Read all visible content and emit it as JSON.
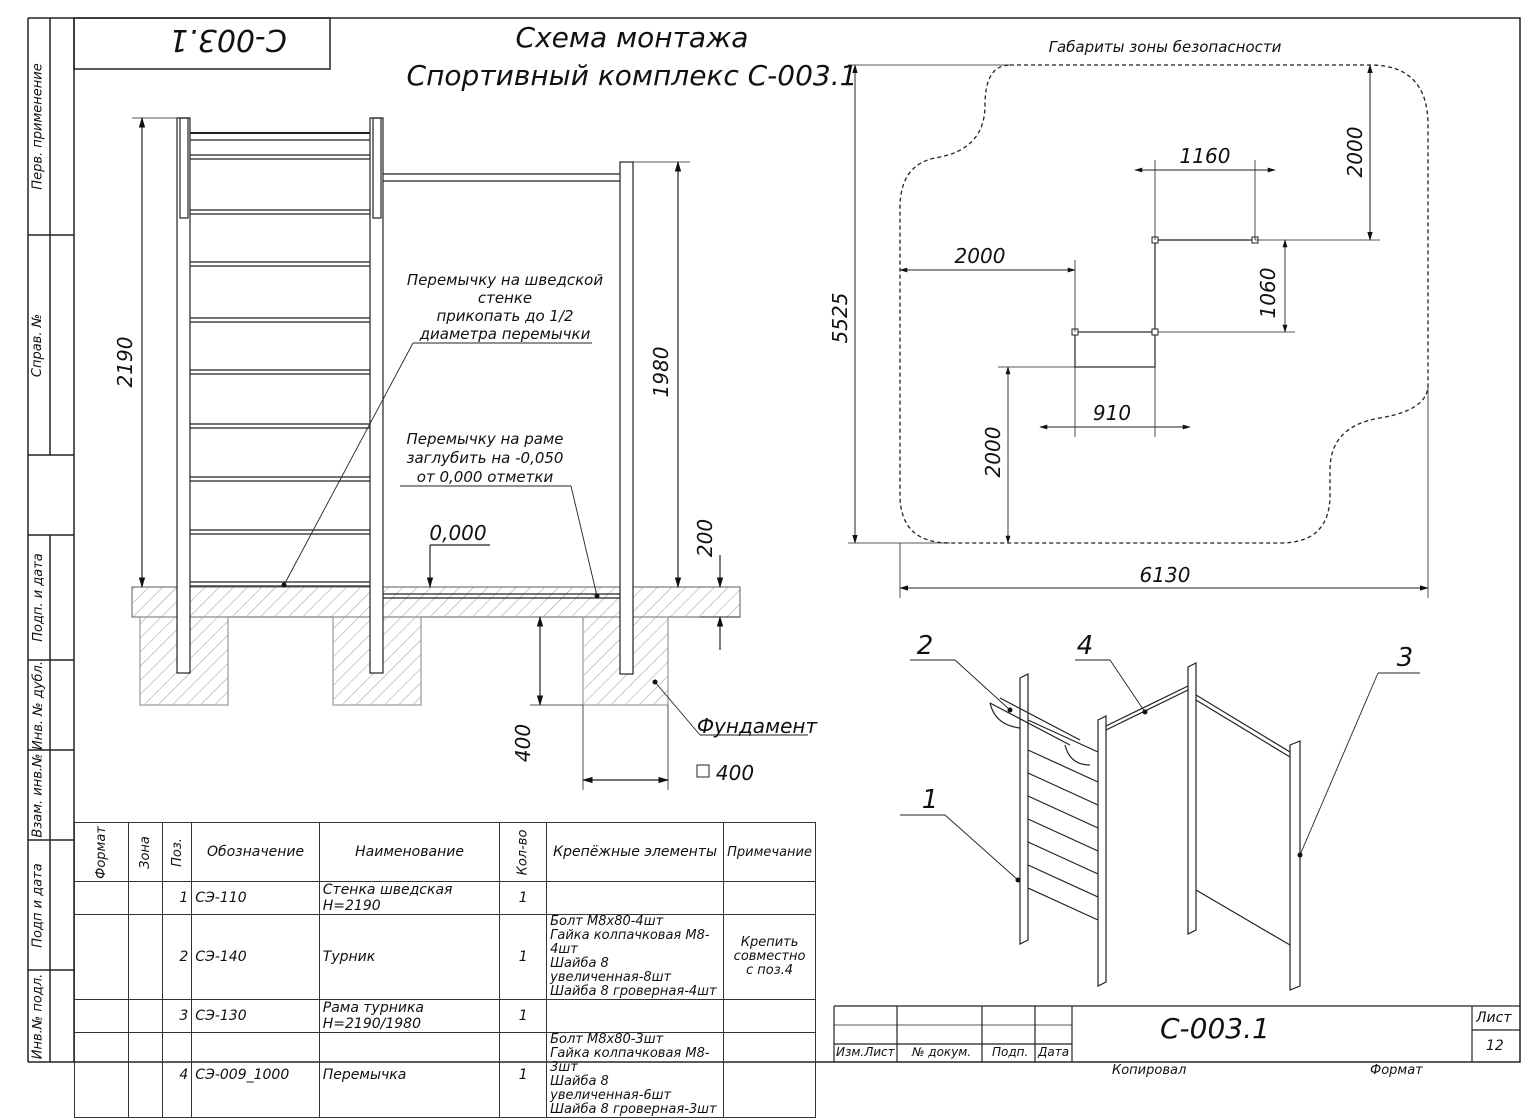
{
  "stamp_code": "С-003.1",
  "title": {
    "line1": "Схема монтажа",
    "line2": "Спортивный комплекс С-003.1"
  },
  "safety_zone": {
    "label": "Габариты зоны безопасности",
    "dims": {
      "total_height": "5525",
      "total_width": "6130",
      "top_offset": "2000",
      "left_offset": "2000",
      "bottom_offset": "2000",
      "bar_length": "1160",
      "bar_height": "1060",
      "wall_width": "910"
    }
  },
  "elevation": {
    "wall_height": "2190",
    "frame_height": "1980",
    "buried_depth": "200",
    "foundation_depth": "400",
    "foundation_size": "400",
    "level_mark": "0,000",
    "note_wall": [
      "Перемычку на шведской",
      "стенке",
      "прикопать до 1/2",
      "диаметра перемычки"
    ],
    "note_frame": [
      "Перемычку на раме",
      "заглубить на -0,050",
      "от 0,000 отметки"
    ],
    "foundation_label": "Фундамент"
  },
  "iso": {
    "callouts": [
      "1",
      "2",
      "3",
      "4"
    ]
  },
  "left_strip": {
    "perv": "Перв. применение",
    "sprav": "Справ. №",
    "podp1": "Подп. и дата",
    "inv_dubl": "Инв. № дубл.",
    "vzam": "Взам. инв.№",
    "podp2": "Подп и дата",
    "inv_podl": "Инв.№ подл."
  },
  "spec": {
    "headers": {
      "format": "Формат",
      "zone": "Зона",
      "pos": "Поз.",
      "designation": "Обозначение",
      "name": "Наименование",
      "qty": "Кол-во",
      "fasteners": "Крепёжные элементы",
      "note": "Примечание"
    },
    "rows": [
      {
        "pos": "1",
        "designation": "СЭ-110",
        "name": "Стенка шведская Н=2190",
        "qty": "1",
        "fasteners": [],
        "note": []
      },
      {
        "pos": "2",
        "designation": "СЭ-140",
        "name": "Турник",
        "qty": "1",
        "fasteners": [
          "Болт М8х80-4шт",
          "Гайка колпачковая М8-4шт",
          "Шайба 8 увеличенная-8шт",
          "Шайба 8 гроверная-4шт"
        ],
        "note": [
          "Крепить",
          "совместно",
          "с поз.4"
        ]
      },
      {
        "pos": "3",
        "designation": "СЭ-130",
        "name": "Рама турника Н=2190/1980",
        "qty": "1",
        "fasteners": [],
        "note": []
      },
      {
        "pos": "4",
        "designation": "СЭ-009_1000",
        "name": "Перемычка",
        "qty": "1",
        "fasteners": [
          "Болт М8х80-3шт",
          "Гайка колпачковая М8-3шт",
          "Шайба 8 увеличенная-6шт",
          "Шайба 8 гроверная-3шт"
        ],
        "note": []
      }
    ]
  },
  "title_block": {
    "code": "С-003.1",
    "izm_list": "Изм.Лист",
    "n_dokum": "№ докум.",
    "podp": "Подп.",
    "data": "Дата",
    "list_label": "Лист",
    "list_number": "12",
    "kopiroval": "Копировал",
    "format": "Формат"
  }
}
